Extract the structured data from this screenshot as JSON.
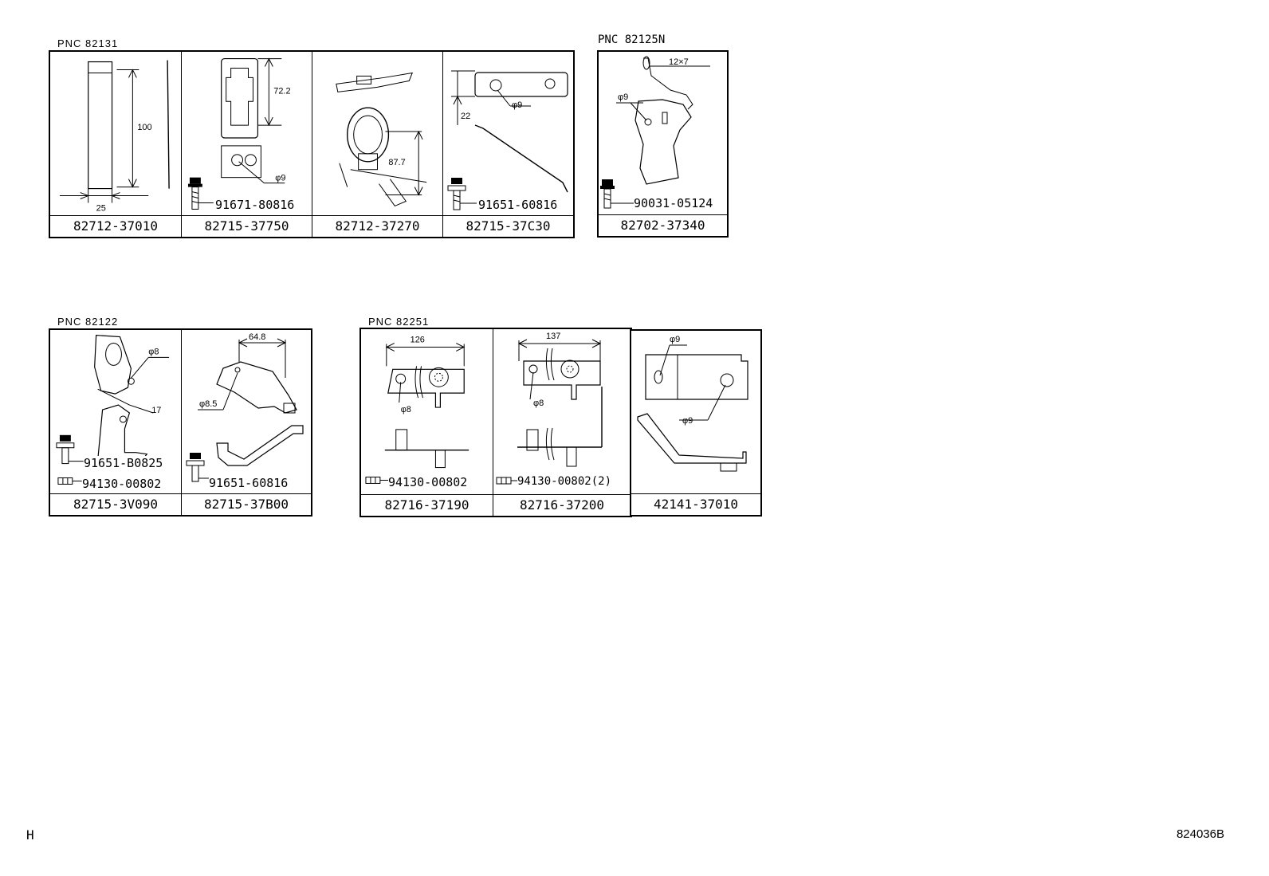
{
  "groups": [
    {
      "pnc": "PNC  82131",
      "cells": [
        {
          "part_no": "82712-37010",
          "dims": [
            "100",
            "25"
          ]
        },
        {
          "part_no": "82715-37750",
          "dims": [
            "72.2",
            "φ9"
          ],
          "sub_part": "91671-80816"
        },
        {
          "part_no": "82712-37270",
          "dims": [
            "87.7"
          ]
        },
        {
          "part_no": "82715-37C30",
          "dims": [
            "22",
            "φ9"
          ],
          "sub_part": "91651-60816"
        }
      ]
    },
    {
      "pnc": "PNC 82125N",
      "cells": [
        {
          "part_no": "82702-37340",
          "dims": [
            "12×7",
            "φ9"
          ],
          "sub_part": "90031-05124"
        }
      ]
    },
    {
      "pnc": "PNC  82122",
      "cells": [
        {
          "part_no": "82715-3V090",
          "dims": [
            "φ8",
            "17"
          ],
          "sub_parts": [
            "91651-B0825",
            "94130-00802"
          ]
        },
        {
          "part_no": "82715-37B00",
          "dims": [
            "64.8",
            "φ8.5"
          ],
          "sub_part": "91651-60816"
        }
      ]
    },
    {
      "pnc": "PNC  82251",
      "cells": [
        {
          "part_no": "82716-37190",
          "dims": [
            "126",
            "φ8"
          ],
          "sub_part": "94130-00802"
        },
        {
          "part_no": "82716-37200",
          "dims": [
            "137",
            "φ8"
          ],
          "sub_part": "94130-00802(2)"
        }
      ]
    },
    {
      "pnc": "",
      "cells": [
        {
          "part_no": "42141-37010",
          "dims": [
            "φ9",
            "φ9"
          ]
        }
      ]
    }
  ],
  "footer": {
    "left": "H",
    "right": "824036B"
  }
}
